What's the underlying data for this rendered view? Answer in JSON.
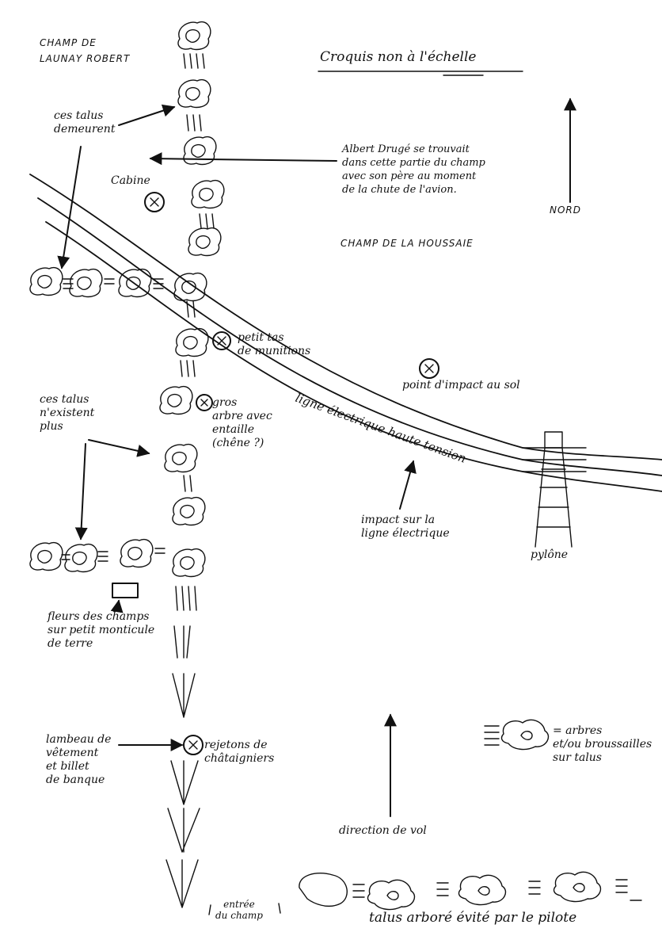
{
  "labels": {
    "champ_launay": "CHAMP DE\nLAUNAY ROBERT",
    "croquis": "Croquis non à l'échelle",
    "nord": "NORD",
    "talus_demeurent": "ces talus\ndemeurent",
    "cabine": "Cabine",
    "albert": "Albert Drugé se trouvait\ndans cette partie du champ\navec son père au moment\nde la chute de l'avion.",
    "champ_houssaie": "CHAMP DE LA HOUSSAIE",
    "petit_tas": "petit tas\nde munitions",
    "point_impact": "point d'impact au sol",
    "talus_n_existent": "ces talus\nn'existent\nplus",
    "gros_arbre": "gros\narbre avec\nentaille\n(chêne ?)",
    "ligne": "ligne électrique haute tension",
    "impact_ligne": "impact sur la\nligne électrique",
    "pylone": "pylône",
    "fleurs": "fleurs des champs\nsur petit monticule\nde terre",
    "lambeau": "lambeau de\nvêtement\net billet\nde banque",
    "rejetons": "rejetons de\nchâtaigniers",
    "direction": "direction de vol",
    "legende": "= arbres\net/ou broussailles\nsur talus",
    "entree": "entrée\ndu champ",
    "talus_arbore": "talus arboré évité par le pilote"
  }
}
